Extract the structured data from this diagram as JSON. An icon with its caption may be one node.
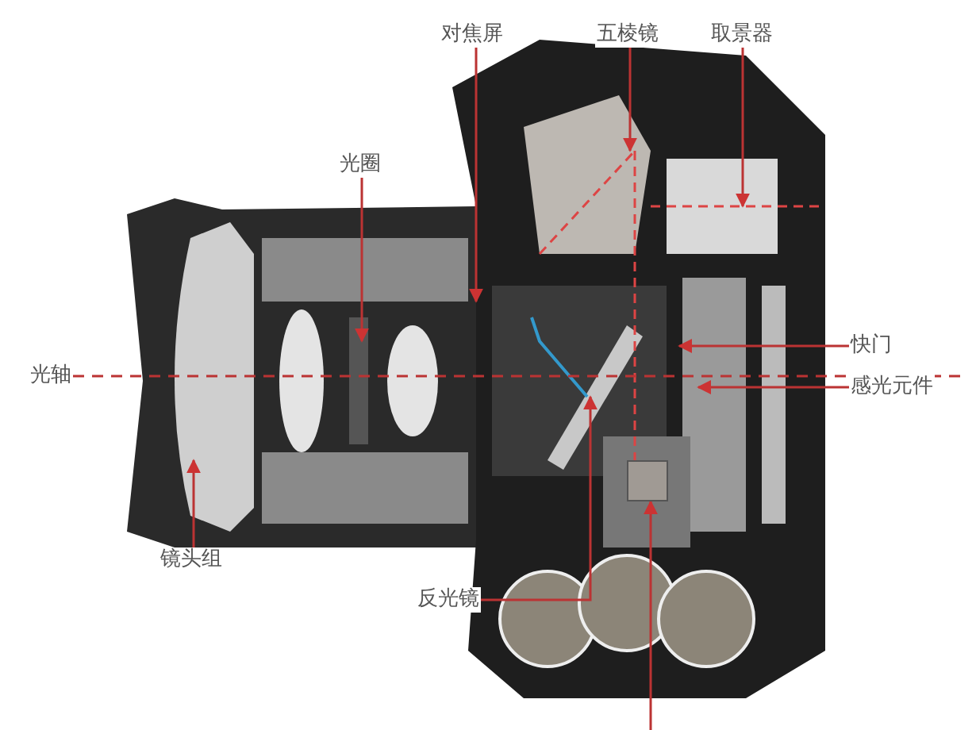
{
  "diagram": {
    "nodes": [
      {
        "text": [
          "对焦屏"
        ]
      },
      {
        "text": [
          "五棱镜"
        ]
      },
      {
        "text": [
          "取景器"
        ]
      },
      {
        "text": [
          "光圈"
        ]
      },
      {
        "text": [
          "光轴"
        ]
      },
      {
        "text": [
          "快门"
        ]
      },
      {
        "text": [
          "感光元件"
        ]
      },
      {
        "text": [
          "镜头组"
        ]
      },
      {
        "text": [
          "反光镜"
        ]
      },
      {
        "text": [],
        "shape": "box"
      }
    ],
    "edges": [
      {
        "from": 0,
        "to": null,
        "arrow": "to"
      },
      {
        "from": 1,
        "to": null,
        "arrow": "to"
      },
      {
        "from": 2,
        "to": null,
        "arrow": "to"
      },
      {
        "from": 3,
        "to": null,
        "arrow": "to"
      },
      {
        "from": 4,
        "to": null,
        "arrow": "none",
        "style": "dashed"
      },
      {
        "from": 5,
        "to": null,
        "arrow": "to"
      },
      {
        "from": 6,
        "to": null,
        "arrow": "to"
      },
      {
        "from": 7,
        "to": null,
        "arrow": "to"
      },
      {
        "from": 8,
        "to": null,
        "arrow": "to"
      },
      {
        "from": null,
        "to": 9,
        "arrow": "to"
      }
    ]
  }
}
